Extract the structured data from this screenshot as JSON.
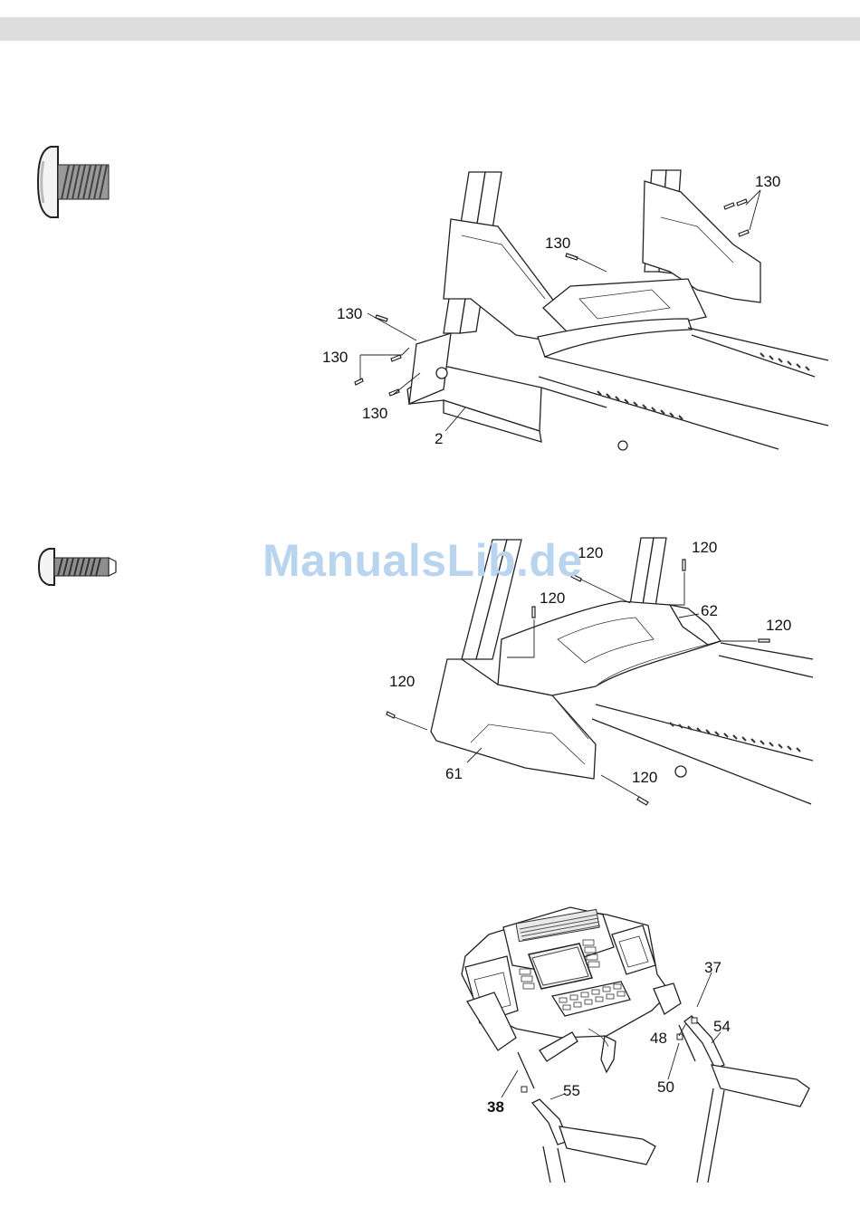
{
  "watermark": "ManualsLib.de",
  "fasteners": {
    "step1": {
      "icon": "button-head-bolt-icon"
    },
    "step2": {
      "icon": "tapping-screw-icon"
    }
  },
  "diagrams": {
    "step1": {
      "labels": {
        "top_right": "130",
        "top_center": "130",
        "left_upper": "130",
        "left_middle": "130",
        "left_lower": "130",
        "base": "2"
      }
    },
    "step2": {
      "labels": {
        "top_center": "120",
        "top_right": "120",
        "upper_left": "120",
        "cover_right": "62",
        "right": "120",
        "far_left": "120",
        "front_cover": "61",
        "bottom": "120"
      }
    },
    "step3": {
      "labels": {
        "p37": "37",
        "p48": "48",
        "p54": "54",
        "p50": "50",
        "p38": "38",
        "p55": "55"
      }
    }
  }
}
